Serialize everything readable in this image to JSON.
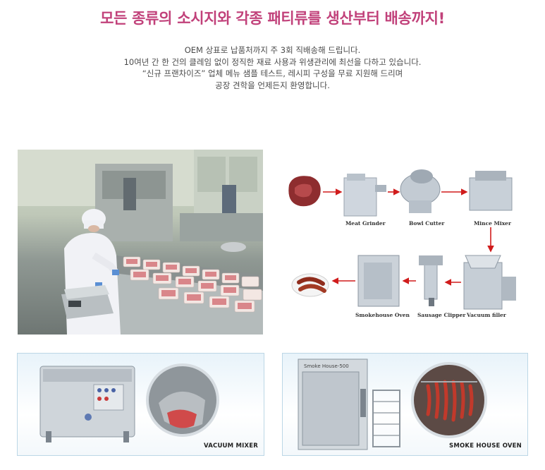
{
  "headline": "모든 종류의 소시지와 각종 패티류를 생산부터 배송까지!",
  "intro_lines": [
    "OEM 상표로 납품처까지 주 3회 직배송해 드립니다.",
    "10여년 간 한 건의 클레임 없이 정직한 재료 사용과 위생관리에 최선을 다하고 있습니다.",
    "“신규 프랜차이즈” 업체 메뉴 샘플 테스트, 레시피 구성을 무료 지원해 드리며",
    "공장 견학을 언제든지 환영합니다."
  ],
  "process": {
    "steps": [
      "Meat Grinder",
      "Bowl Cutter",
      "Mince Mixer",
      "Vacuum filler",
      "Sausage Clipper",
      "Smokehouse Oven"
    ]
  },
  "panels": {
    "vacuum_mixer_caption": "VACUUM MIXER",
    "smoke_house_caption": "SMOKE HOUSE OVEN",
    "oven_nameplate": "Smoke House-500"
  },
  "colors": {
    "headline": "#c1417a",
    "intro_text": "#4a4a4a",
    "process_arrow": "#d01c1c",
    "panel_border": "#bcd7e6"
  }
}
